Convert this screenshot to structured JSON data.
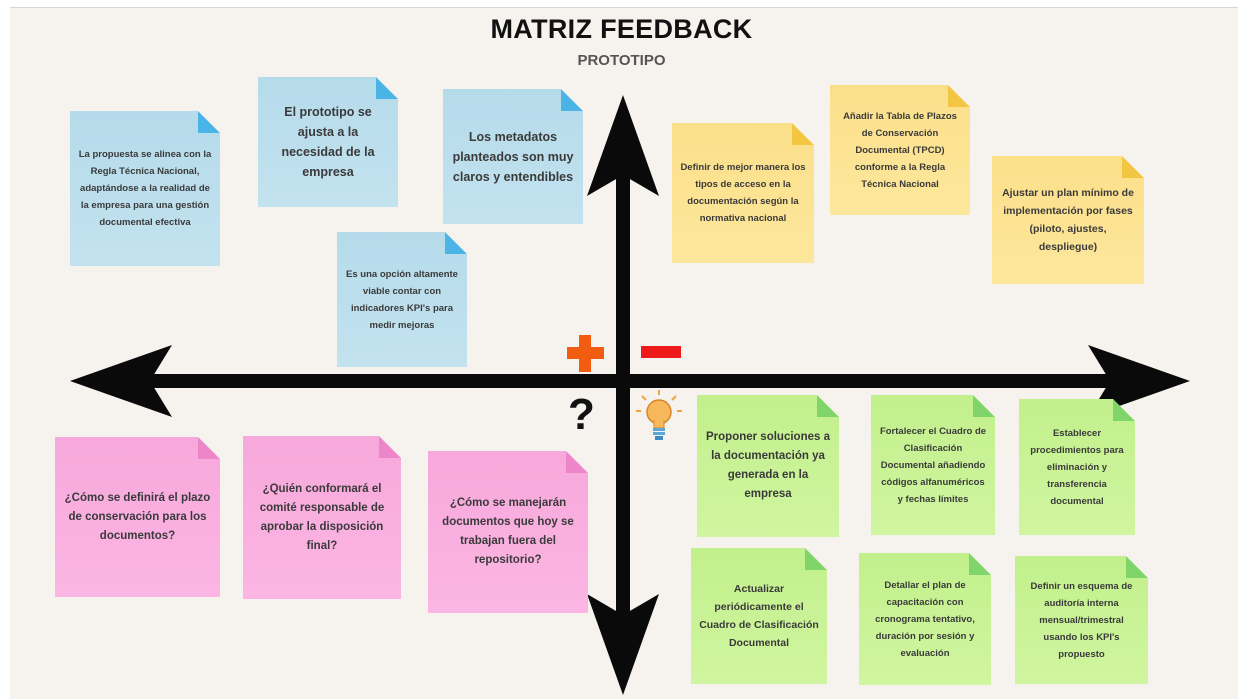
{
  "header": {
    "title": "MATRIZ FEEDBACK",
    "subtitle": "PROTOTIPO"
  },
  "symbols": {
    "plus": "+",
    "minus": "−",
    "question": "?",
    "plus_color": "#f25c10",
    "minus_color": "#ee1a1a",
    "idea_icon": "lightbulb-icon"
  },
  "notes": {
    "positive": [
      {
        "text": "La propuesta se alinea con la Regla Técnica Nacional, adaptándose a la realidad de la empresa para una gestión documental efectiva"
      },
      {
        "text": "El prototipo se ajusta a la necesidad de la empresa"
      },
      {
        "text": "Los metadatos planteados son muy claros y entendibles"
      },
      {
        "text": "Es una opción altamente viable contar con indicadores KPI's para medir mejoras"
      }
    ],
    "negative": [
      {
        "text": "Definir de mejor manera los tipos de acceso en la documentación según la normativa nacional"
      },
      {
        "text": "Añadir la Tabla de Plazos de Conservación Documental (TPCD) conforme a la Regla Técnica Nacional"
      },
      {
        "text": "Ajustar un plan mínimo de implementación por fases (piloto, ajustes, despliegue)"
      }
    ],
    "questions": [
      {
        "text": "¿Cómo se definirá el plazo de conservación para los documentos?"
      },
      {
        "text": "¿Quién conformará el comité responsable de aprobar la disposición final?"
      },
      {
        "text": "¿Cómo se manejarán documentos que hoy se trabajan fuera del repositorio?"
      }
    ],
    "ideas": [
      {
        "text": "Proponer soluciones a la documentación ya generada en la empresa"
      },
      {
        "text": "Fortalecer el Cuadro de Clasificación Documental añadiendo códigos alfanuméricos y fechas límites"
      },
      {
        "text": "Establecer procedimientos para eliminación y transferencia documental"
      },
      {
        "text": "Actualizar periódicamente el Cuadro de Clasificación Documental"
      },
      {
        "text": "Detallar el plan de capacitación con cronograma tentativo, duración por sesión y evaluación"
      },
      {
        "text": "Definir un esquema de auditoría interna mensual/trimestral usando los KPI's propuesto"
      }
    ]
  },
  "colors": {
    "positive": "#b5dbea",
    "negative": "#fbe08a",
    "questions": "#f7a8dc",
    "ideas": "#c2f08c",
    "axis": "#0a0a0a"
  }
}
